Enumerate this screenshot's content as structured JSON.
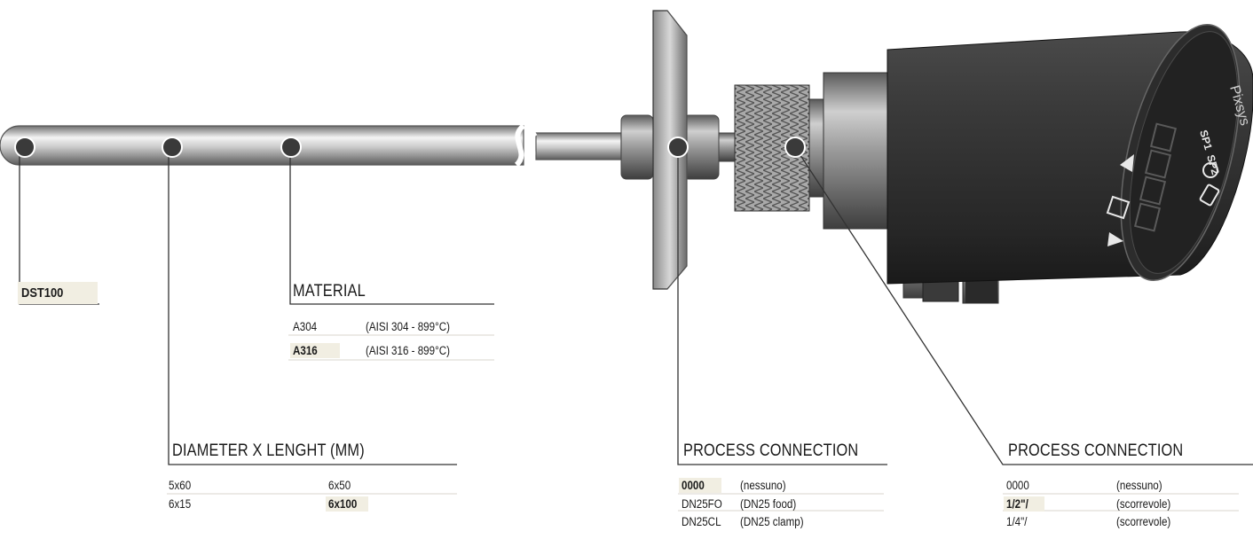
{
  "brand": "Pixsys",
  "display": {
    "sp1": "SP1",
    "sp2": "SP2"
  },
  "code": "DST100",
  "material": {
    "title": "MATERIAL",
    "options": [
      {
        "code": "A304",
        "desc": "(AISI 304 - 899°C)",
        "selected": false
      },
      {
        "code": "A316",
        "desc": "(AISI 316 - 899°C)",
        "selected": true
      }
    ]
  },
  "dimension": {
    "title": "DIAMETER X LENGHT (MM)",
    "options": [
      {
        "value": "5x60",
        "selected": false
      },
      {
        "value": "6x50",
        "selected": false
      },
      {
        "value": "6x15",
        "selected": false
      },
      {
        "value": "6x100",
        "selected": true
      }
    ]
  },
  "process1": {
    "title": "PROCESS CONNECTION",
    "options": [
      {
        "code": "0000",
        "desc": "(nessuno)",
        "selected": true
      },
      {
        "code": "DN25FO",
        "desc": "(DN25 food)",
        "selected": false
      },
      {
        "code": "DN25CL",
        "desc": "(DN25 clamp)",
        "selected": false
      }
    ]
  },
  "process2": {
    "title": "PROCESS CONNECTION",
    "options": [
      {
        "code": "0000",
        "desc": "(nessuno)",
        "selected": false
      },
      {
        "code": "1/2\"/",
        "desc": "(scorrevole)",
        "selected": true
      },
      {
        "code": "1/4\"/",
        "desc": "(scorrevole)",
        "selected": false
      }
    ]
  }
}
